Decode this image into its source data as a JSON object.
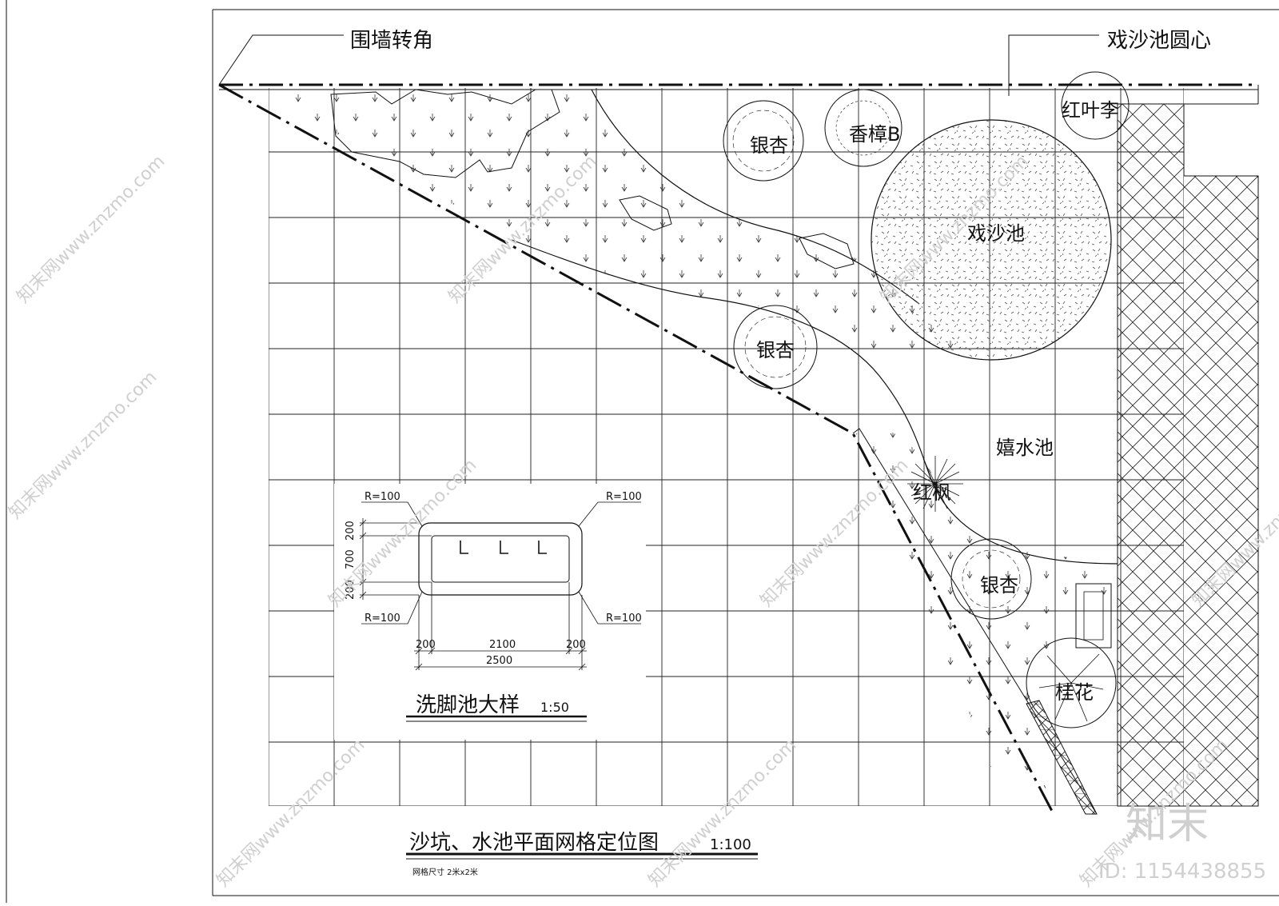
{
  "labels": {
    "wall_corner": "围墙转角",
    "sandpit_center": "戏沙池圆心",
    "sandpit": "戏沙池",
    "water_pool": "嬉水池"
  },
  "plants": {
    "ginkgo": "银杏",
    "camphor": "香樟B",
    "red_plum": "红叶李",
    "red_maple": "红枫",
    "osmanthus": "桂花"
  },
  "detail": {
    "title": "洗脚池大样",
    "scale": "1:50",
    "radius": "R=100",
    "dim_200": "200",
    "dim_700": "700",
    "dim_2100": "2100",
    "dim_2500": "2500"
  },
  "main": {
    "title": "沙坑、水池平面网格定位图",
    "scale": "1:100",
    "grid_note": "网格尺寸 2米x2米"
  },
  "watermark": {
    "text": "知末网www.znzmo.com",
    "brand": "知末",
    "id": "ID: 1154438855"
  }
}
